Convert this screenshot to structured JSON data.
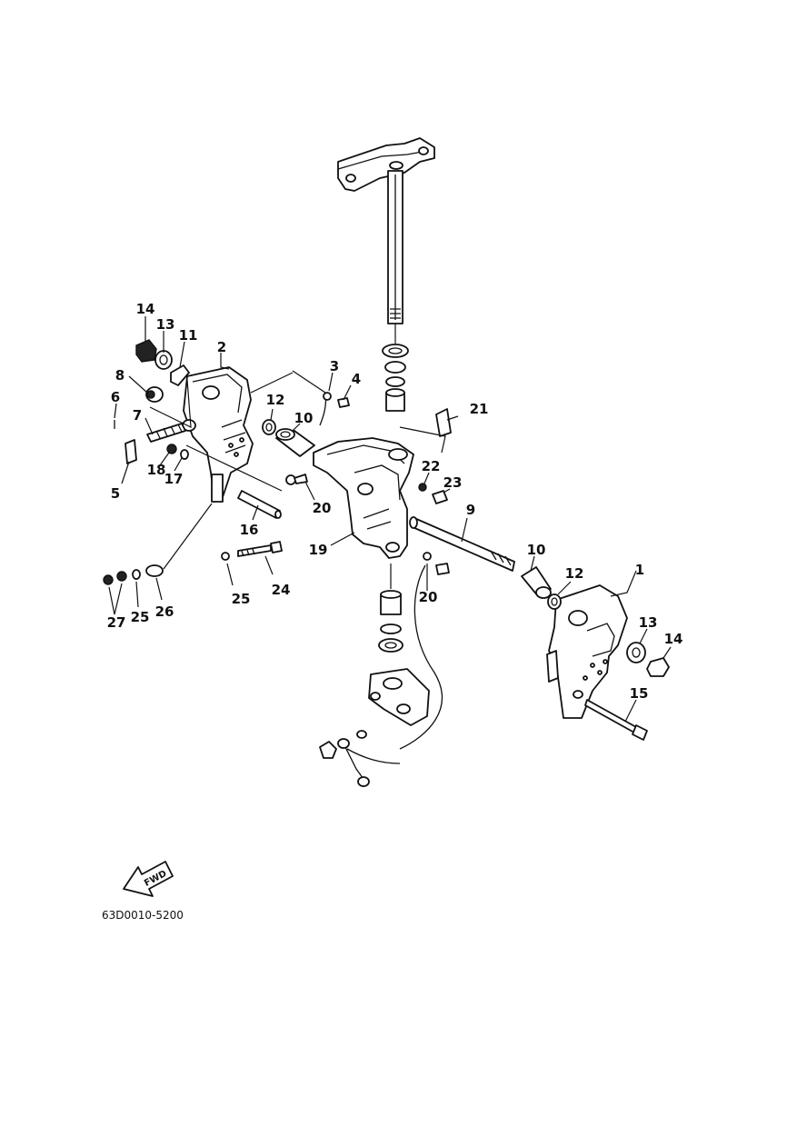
{
  "callouts": [
    {
      "id": "c1",
      "text": "1"
    },
    {
      "id": "c2",
      "text": "2"
    },
    {
      "id": "c3",
      "text": "3"
    },
    {
      "id": "c4",
      "text": "4"
    },
    {
      "id": "c5",
      "text": "5"
    },
    {
      "id": "c6",
      "text": "6"
    },
    {
      "id": "c7",
      "text": "7"
    },
    {
      "id": "c8",
      "text": "8"
    },
    {
      "id": "c9",
      "text": "9"
    },
    {
      "id": "c10a",
      "text": "10"
    },
    {
      "id": "c10b",
      "text": "10"
    },
    {
      "id": "c11",
      "text": "11"
    },
    {
      "id": "c12a",
      "text": "12"
    },
    {
      "id": "c12b",
      "text": "12"
    },
    {
      "id": "c13a",
      "text": "13"
    },
    {
      "id": "c13b",
      "text": "13"
    },
    {
      "id": "c14a",
      "text": "14"
    },
    {
      "id": "c14b",
      "text": "14"
    },
    {
      "id": "c15",
      "text": "15"
    },
    {
      "id": "c16",
      "text": "16"
    },
    {
      "id": "c17",
      "text": "17"
    },
    {
      "id": "c18",
      "text": "18"
    },
    {
      "id": "c19",
      "text": "19"
    },
    {
      "id": "c20a",
      "text": "20"
    },
    {
      "id": "c20b",
      "text": "20"
    },
    {
      "id": "c21",
      "text": "21"
    },
    {
      "id": "c22",
      "text": "22"
    },
    {
      "id": "c23",
      "text": "23"
    },
    {
      "id": "c24",
      "text": "24"
    },
    {
      "id": "c25a",
      "text": "25"
    },
    {
      "id": "c25b",
      "text": "25"
    },
    {
      "id": "c26",
      "text": "26"
    },
    {
      "id": "c27",
      "text": "27"
    }
  ],
  "fwd_label": "FWD",
  "diagram_code": "63D0010-5200"
}
